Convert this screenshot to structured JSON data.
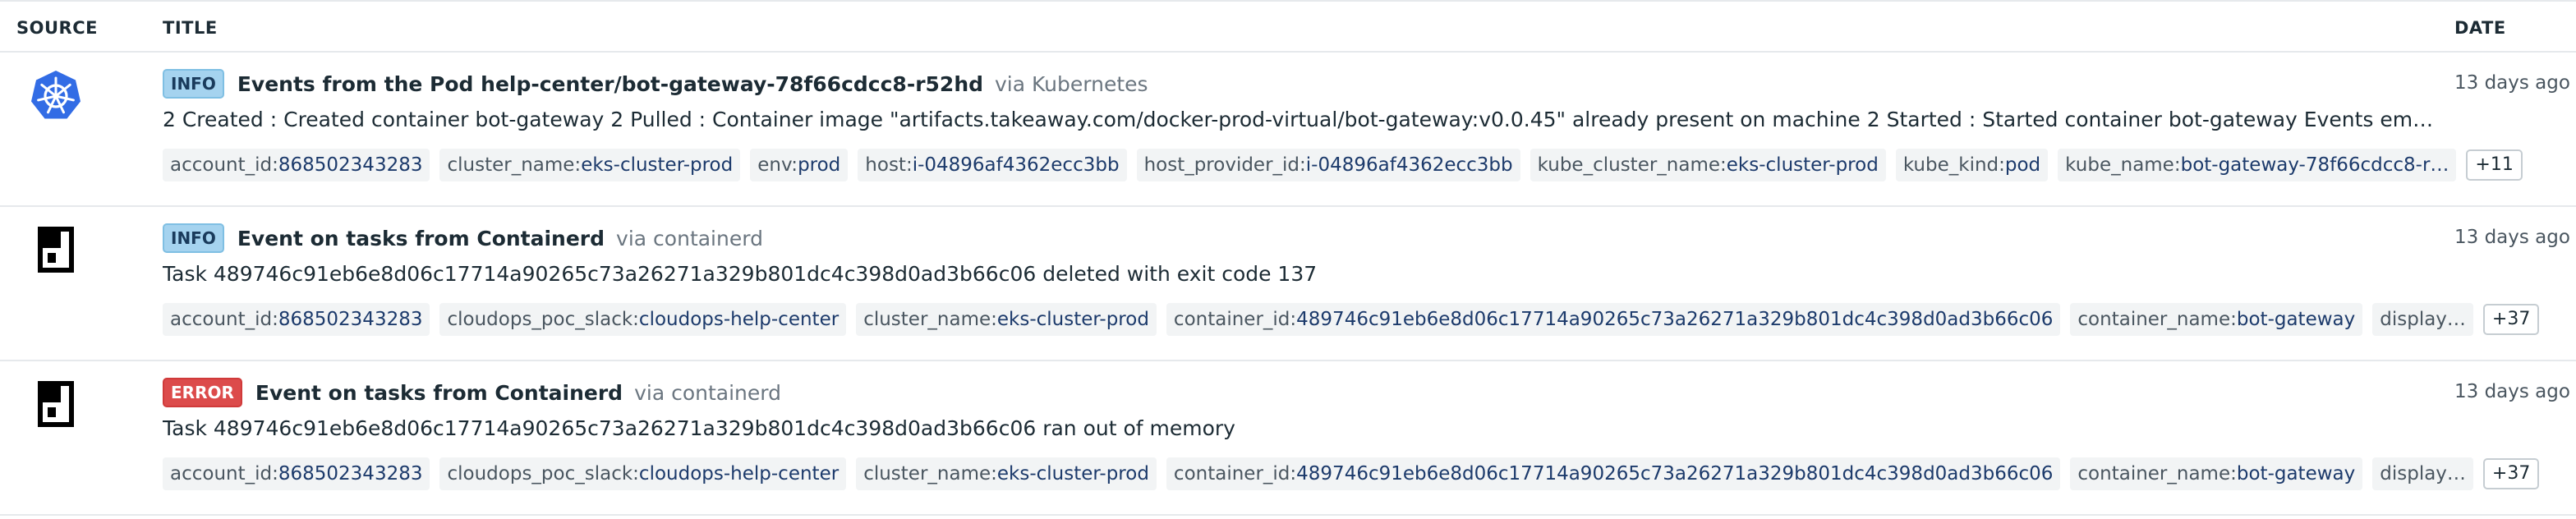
{
  "header": {
    "source": "SOURCE",
    "title": "TITLE",
    "date": "DATE"
  },
  "colors": {
    "kubernetes_blue": "#326ce5",
    "info_badge": "#a5d3ef",
    "error_badge": "#dc4b4b"
  },
  "rows": [
    {
      "icon": "kubernetes-icon",
      "level": "INFO",
      "title": "Events from the Pod help-center/bot-gateway-78f66cdcc8-r52hd",
      "via": "via Kubernetes",
      "message": "2 Created : Created container bot-gateway 2 Pulled : Container image \"artifacts.takeaway.com/docker-prod-virtual/bot-gateway:v0.0.45\" already present on machine 2 Started : Started container bot-gateway Events emitted by …",
      "tags": [
        {
          "key": "account_id:",
          "value": "868502343283"
        },
        {
          "key": "cluster_name:",
          "value": "eks-cluster-prod"
        },
        {
          "key": "env:",
          "value": "prod"
        },
        {
          "key": "host:",
          "value": "i-04896af4362ecc3bb"
        },
        {
          "key": "host_provider_id:",
          "value": "i-04896af4362ecc3bb"
        },
        {
          "key": "kube_cluster_name:",
          "value": "eks-cluster-prod"
        },
        {
          "key": "kube_kind:",
          "value": "pod"
        },
        {
          "key": "kube_name:",
          "value": "bot-gateway-78f66cdcc8-r…"
        }
      ],
      "more": "+11",
      "date": "13 days ago"
    },
    {
      "icon": "containerd-icon",
      "level": "INFO",
      "title": "Event on tasks from Containerd",
      "via": "via containerd",
      "message": "Task 489746c91eb6e8d06c17714a90265c73a26271a329b801dc4c398d0ad3b66c06 deleted with exit code 137",
      "tags": [
        {
          "key": "account_id:",
          "value": "868502343283"
        },
        {
          "key": "cloudops_poc_slack:",
          "value": "cloudops-help-center"
        },
        {
          "key": "cluster_name:",
          "value": "eks-cluster-prod"
        },
        {
          "key": "container_id:",
          "value": "489746c91eb6e8d06c17714a90265c73a26271a329b801dc4c398d0ad3b66c06"
        },
        {
          "key": "container_name:",
          "value": "bot-gateway"
        },
        {
          "key": "display…",
          "value": ""
        }
      ],
      "more": "+37",
      "date": "13 days ago"
    },
    {
      "icon": "containerd-icon",
      "level": "ERROR",
      "title": "Event on tasks from Containerd",
      "via": "via containerd",
      "message": "Task 489746c91eb6e8d06c17714a90265c73a26271a329b801dc4c398d0ad3b66c06 ran out of memory",
      "tags": [
        {
          "key": "account_id:",
          "value": "868502343283"
        },
        {
          "key": "cloudops_poc_slack:",
          "value": "cloudops-help-center"
        },
        {
          "key": "cluster_name:",
          "value": "eks-cluster-prod"
        },
        {
          "key": "container_id:",
          "value": "489746c91eb6e8d06c17714a90265c73a26271a329b801dc4c398d0ad3b66c06"
        },
        {
          "key": "container_name:",
          "value": "bot-gateway"
        },
        {
          "key": "display…",
          "value": ""
        }
      ],
      "more": "+37",
      "date": "13 days ago"
    }
  ]
}
